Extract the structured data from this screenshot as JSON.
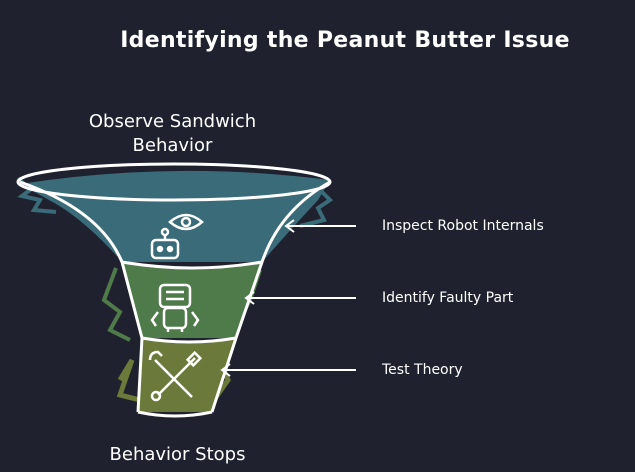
{
  "title": "Identifying the Peanut Butter Issue",
  "top_label": "Observe Sandwich Behavior",
  "bottom_label": "Behavior Stops",
  "stages": [
    {
      "label": "Inspect Robot Internals",
      "icon": "robot-eye-icon",
      "color": "#3a6b78"
    },
    {
      "label": "Identify Faulty Part",
      "icon": "robot-icon",
      "color": "#4f7a4a"
    },
    {
      "label": "Test Theory",
      "icon": "tools-icon",
      "color": "#6b7a3a"
    }
  ]
}
